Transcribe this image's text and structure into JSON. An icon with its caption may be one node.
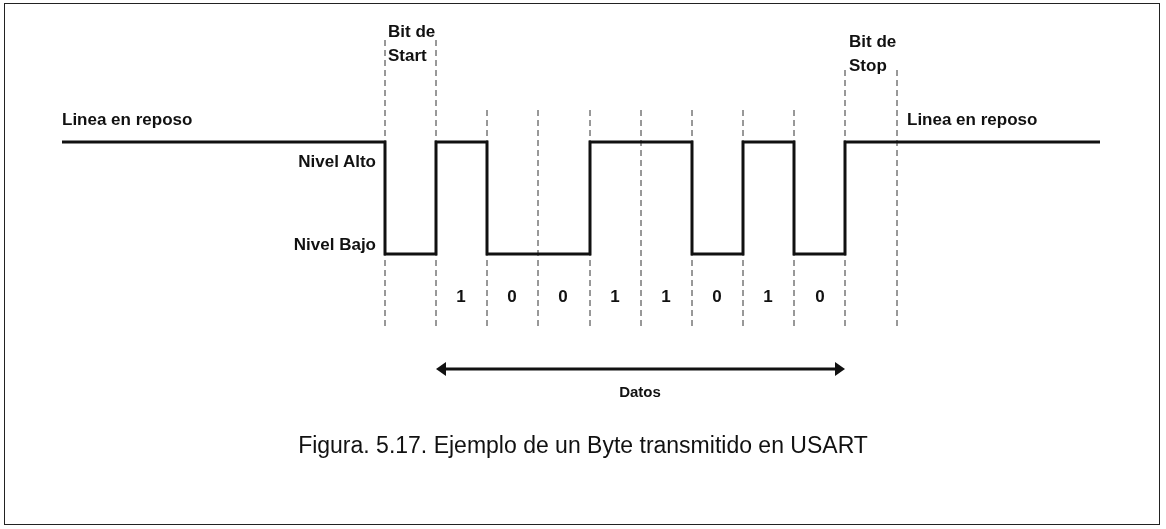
{
  "diagram": {
    "caption": "Figura. 5.17. Ejemplo de un Byte transmitido en USART",
    "labels": [
      "Bit de Start",
      "Bit de Stop",
      "Linea en reposo",
      "Linea en reposo",
      "Nivel Alto",
      "Nivel Bajo",
      "1",
      "0",
      "0",
      "1",
      "1",
      "0",
      "1",
      "0",
      "Datos"
    ]
  }
}
